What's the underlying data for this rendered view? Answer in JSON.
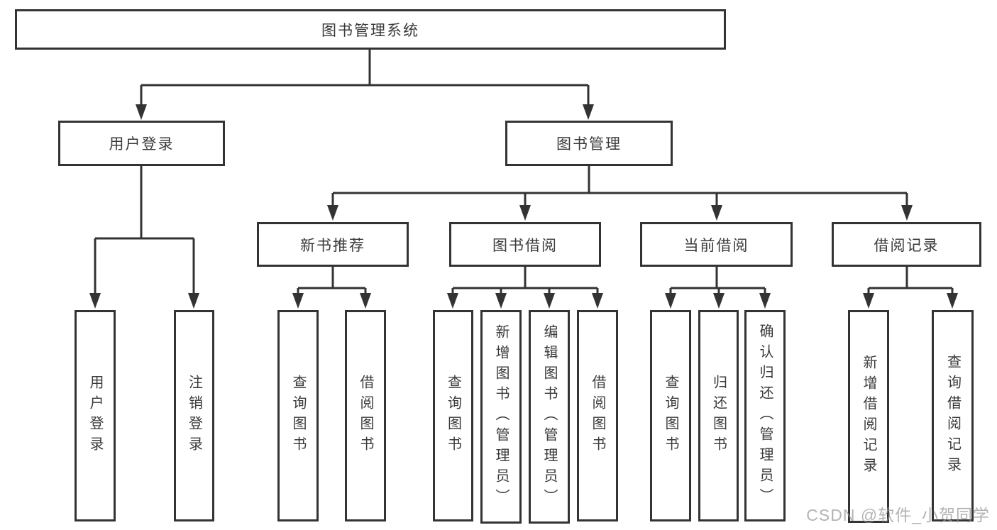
{
  "diagram": {
    "root": "图书管理系统",
    "level2": [
      {
        "label": "用户登录",
        "items": [
          "用户登录",
          "注销登录"
        ]
      },
      {
        "label": "图书管理",
        "groups": [
          {
            "label": "新书推荐",
            "items": [
              "查询图书",
              "借阅图书"
            ]
          },
          {
            "label": "图书借阅",
            "items": [
              "查询图书",
              "新增图书（管理员）",
              "编辑图书（管理员）",
              "借阅图书"
            ]
          },
          {
            "label": "当前借阅",
            "items": [
              "查询图书",
              "归还图书",
              "确认归还（管理员）"
            ]
          },
          {
            "label": "借阅记录",
            "items": [
              "新增借阅记录",
              "查询借阅记录"
            ]
          }
        ]
      }
    ]
  },
  "watermark": {
    "text": "CSDN @软件_小贺同学"
  },
  "colors": {
    "line": "#333333",
    "text": "#3a3a3a",
    "background": "#ffffff",
    "watermark": "#969696"
  }
}
